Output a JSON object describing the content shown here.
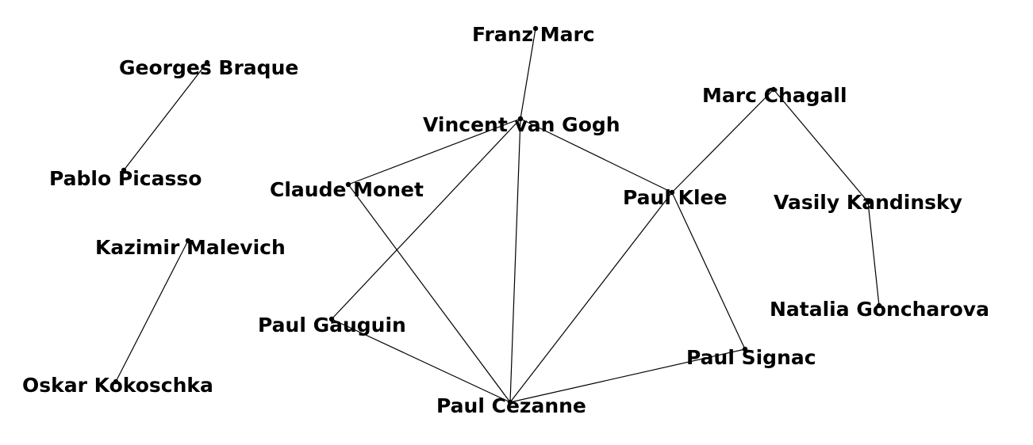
{
  "nodes": [
    {
      "id": "franz-marc",
      "label": "Franz Marc"
    },
    {
      "id": "georges-braque",
      "label": "Georges Braque"
    },
    {
      "id": "marc-chagall",
      "label": "Marc Chagall"
    },
    {
      "id": "vincent-van-gogh",
      "label": "Vincent van Gogh"
    },
    {
      "id": "pablo-picasso",
      "label": "Pablo Picasso"
    },
    {
      "id": "claude-monet",
      "label": "Claude Monet"
    },
    {
      "id": "paul-klee",
      "label": "Paul Klee"
    },
    {
      "id": "vasily-kandinsky",
      "label": "Vasily Kandinsky"
    },
    {
      "id": "kazimir-malevich",
      "label": "Kazimir Malevich"
    },
    {
      "id": "natalia-goncharova",
      "label": "Natalia Goncharova"
    },
    {
      "id": "paul-gauguin",
      "label": "Paul Gauguin"
    },
    {
      "id": "paul-signac",
      "label": "Paul Signac"
    },
    {
      "id": "oskar-kokoschka",
      "label": "Oskar Kokoschka"
    },
    {
      "id": "paul-cezanne",
      "label": "Paul Cezanne"
    }
  ],
  "edges": [
    [
      "franz-marc",
      "vincent-van-gogh"
    ],
    [
      "georges-braque",
      "pablo-picasso"
    ],
    [
      "vincent-van-gogh",
      "claude-monet"
    ],
    [
      "vincent-van-gogh",
      "paul-klee"
    ],
    [
      "vincent-van-gogh",
      "paul-gauguin"
    ],
    [
      "vincent-van-gogh",
      "paul-cezanne"
    ],
    [
      "claude-monet",
      "paul-cezanne"
    ],
    [
      "marc-chagall",
      "paul-klee"
    ],
    [
      "marc-chagall",
      "vasily-kandinsky"
    ],
    [
      "vasily-kandinsky",
      "natalia-goncharova"
    ],
    [
      "paul-klee",
      "paul-cezanne"
    ],
    [
      "paul-klee",
      "paul-signac"
    ],
    [
      "paul-gauguin",
      "paul-cezanne"
    ],
    [
      "paul-signac",
      "paul-cezanne"
    ],
    [
      "kazimir-malevich",
      "oskar-kokoschka"
    ]
  ]
}
